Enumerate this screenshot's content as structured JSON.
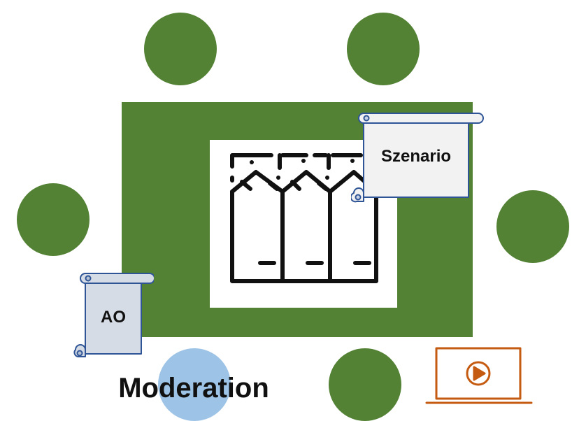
{
  "colors": {
    "seat": "#548235",
    "moderation_seat": "#9dc3e6",
    "scroll_fill_scenario": "#f2f2f2",
    "scroll_fill_ao": "#d6dce5",
    "scroll_outline": "#2f5597",
    "laptop": "#c55a11"
  },
  "scrolls": {
    "scenario": "Szenario",
    "ao": "AO"
  },
  "moderation": {
    "label": "Moderation"
  },
  "icons": {
    "table_center": "milk-cartons-icon",
    "laptop": "laptop-video-play-icon"
  }
}
